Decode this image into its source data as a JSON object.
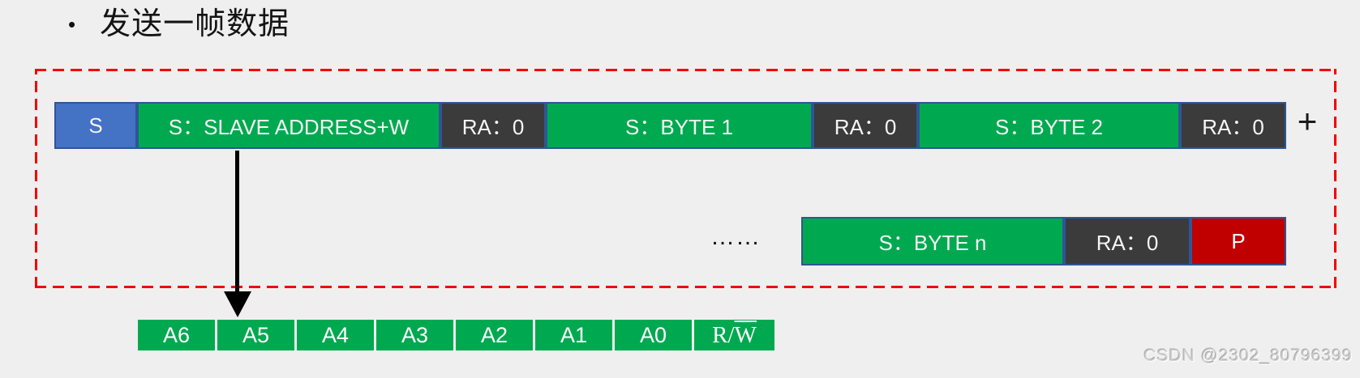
{
  "title": {
    "bullet": "•",
    "text": "发送一帧数据"
  },
  "frame": {
    "row1": {
      "blocks": [
        {
          "label": "S",
          "type": "start-condition"
        },
        {
          "label": "S：SLAVE ADDRESS+W",
          "type": "data"
        },
        {
          "label": "RA：0",
          "type": "ack"
        },
        {
          "label": "S：BYTE 1",
          "type": "data"
        },
        {
          "label": "RA：0",
          "type": "ack"
        },
        {
          "label": "S：BYTE 2",
          "type": "data"
        },
        {
          "label": "RA：0",
          "type": "ack"
        }
      ],
      "plus": "+"
    },
    "row2": {
      "ellipsis": "……",
      "blocks": [
        {
          "label": "S：BYTE n",
          "type": "data"
        },
        {
          "label": "RA：0",
          "type": "ack"
        },
        {
          "label": "P",
          "type": "stop-condition"
        }
      ]
    }
  },
  "address_bits": {
    "cells": [
      "A6",
      "A5",
      "A4",
      "A3",
      "A2",
      "A1",
      "A0"
    ],
    "rw_prefix": "R/",
    "rw_letter": "W"
  },
  "watermark": "CSDN @2302_80796399",
  "colors": {
    "background": "#efefef",
    "start_blue": "#4472c4",
    "data_green": "#00a94f",
    "ack_dark_gray": "#3b3b3b",
    "stop_red": "#c00000",
    "block_border_blue": "#2f5597",
    "dashed_border_red": "#f40000",
    "arrow_black": "#000000"
  }
}
